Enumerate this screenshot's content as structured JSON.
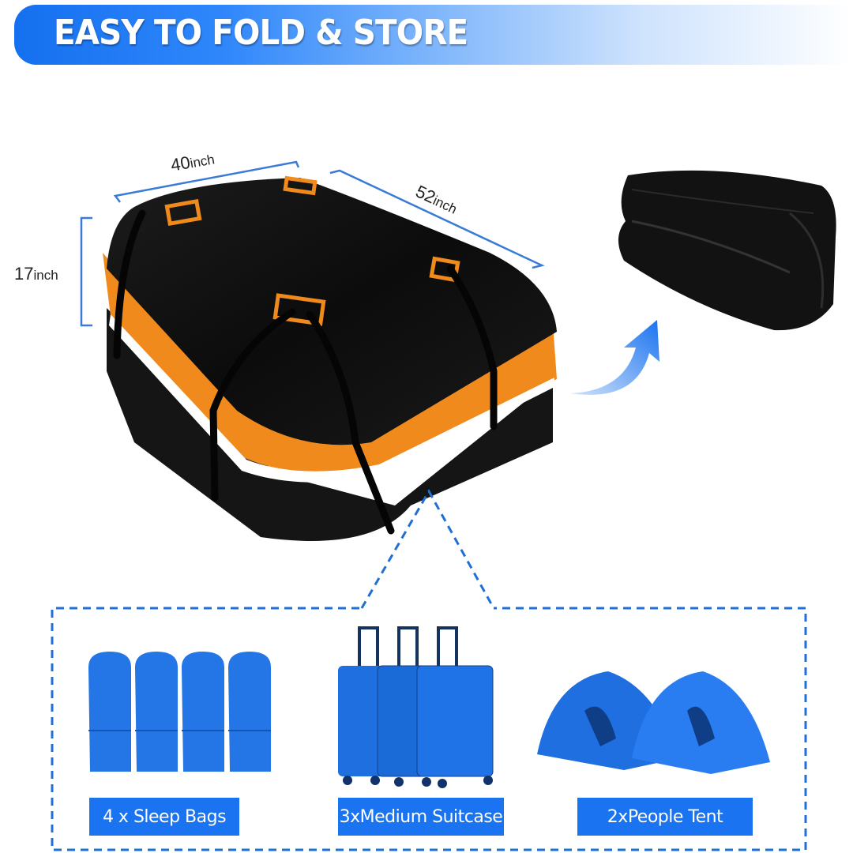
{
  "banner": {
    "title": "EASY TO FOLD & STORE",
    "gradient_start": "#1570ef",
    "gradient_end": "#ffffff"
  },
  "product": {
    "name": "roof-cargo-bag",
    "dimensions": {
      "width": {
        "value": "40",
        "unit": "inch"
      },
      "length": {
        "value": "52",
        "unit": "inch"
      },
      "height": {
        "value": "17",
        "unit": "inch"
      }
    },
    "colors": {
      "body": "#111111",
      "stripe": "#f08a1c",
      "reflective": "#ffffff",
      "dimension_line": "#3a7bd5"
    }
  },
  "folded": {
    "label": "folded-bag"
  },
  "capacity": {
    "items": [
      {
        "icon": "sleeping-bag-icon",
        "label": "4 x Sleep Bags",
        "count": 4
      },
      {
        "icon": "suitcase-icon",
        "label": "3xMedium Suitcase",
        "count": 3
      },
      {
        "icon": "tent-icon",
        "label": "2xPeople Tent",
        "count": 2
      }
    ],
    "accent": "#1a73f0"
  }
}
